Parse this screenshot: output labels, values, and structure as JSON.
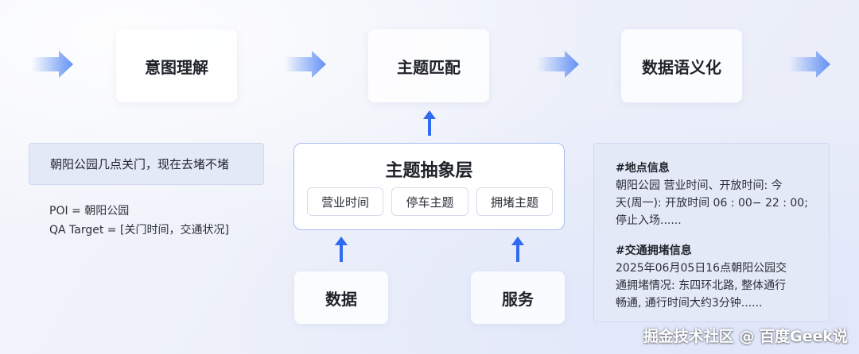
{
  "steps": [
    {
      "label": "意图理解"
    },
    {
      "label": "主题匹配"
    },
    {
      "label": "数据语义化"
    }
  ],
  "query": {
    "text": "朝阳公园几点关门，现在去堵不堵",
    "poi_line": "POI = 朝阳公园",
    "qa_target_line": "QA Target = [关门时间，交通状况]"
  },
  "abstraction_layer": {
    "title": "主题抽象层",
    "topics": [
      "营业时间",
      "停车主题",
      "拥堵主题"
    ]
  },
  "sources": {
    "data_label": "数据",
    "service_label": "服务"
  },
  "semantic_output": {
    "location_title": "#地点信息",
    "location_body": "朝阳公园 营业时间、开放时间: 今\n天(周一): 开放时间 06 : 00− 22 : 00;\n停止入场......",
    "traffic_title": "#交通拥堵信息",
    "traffic_body": "2025年06月05日16点朝阳公园交\n通拥堵情况: 东四环北路, 整体通行\n畅通, 通行时间大约3分钟......"
  },
  "watermark": "掘金技术社区 @ 百度Geek说",
  "colors": {
    "arrow_blue": "#2f6bf0",
    "panel_blue": "#e4e9f8",
    "panel_border": "#a9bdf0"
  },
  "icons": [
    "flow-arrow-icon",
    "up-arrow-icon"
  ]
}
